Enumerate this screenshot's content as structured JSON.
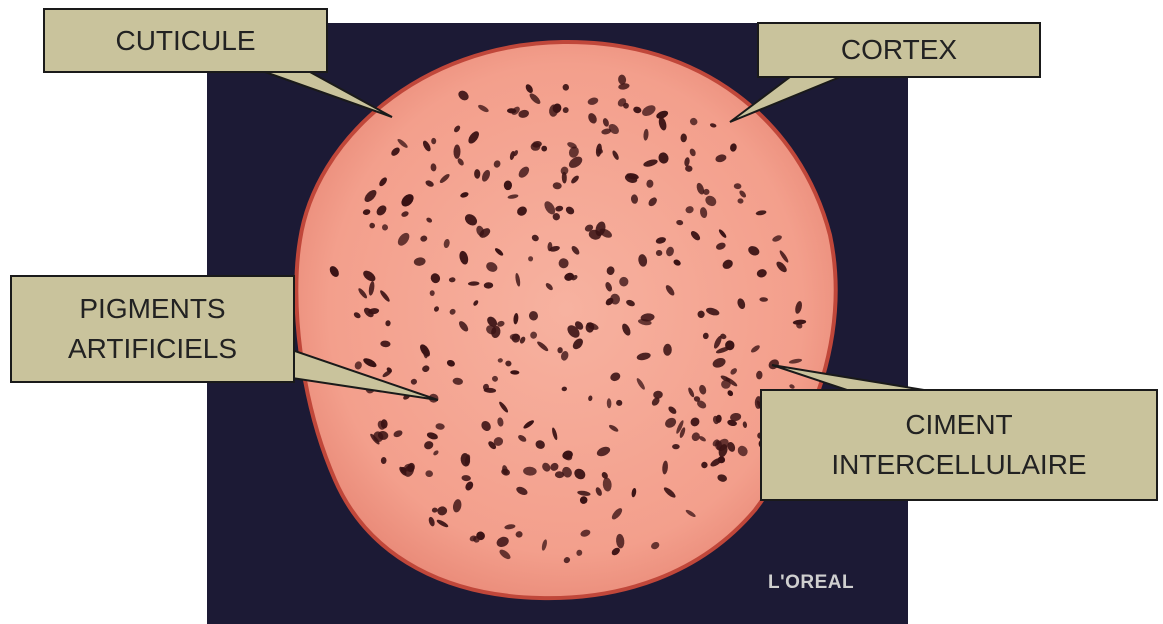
{
  "diagram": {
    "subject": "Coupe transversale d'un cheveu",
    "labels": {
      "cuticule": "CUTICULE",
      "cortex": "CORTEX",
      "pigments_line1": "PIGMENTS",
      "pigments_line2": "ARTIFICIELS",
      "ciment_line1": "CIMENT",
      "ciment_line2": "INTERCELLULAIRE"
    },
    "watermark": "L'OREAL",
    "colors": {
      "background": "#ffffff",
      "photo_background": "#1c1a35",
      "cortex": "#f4a18f",
      "cuticle_edge": "#c0473a",
      "pigment": "#3a1214",
      "label_fill": "#c9c39c",
      "label_border": "#1a1a1a"
    }
  }
}
